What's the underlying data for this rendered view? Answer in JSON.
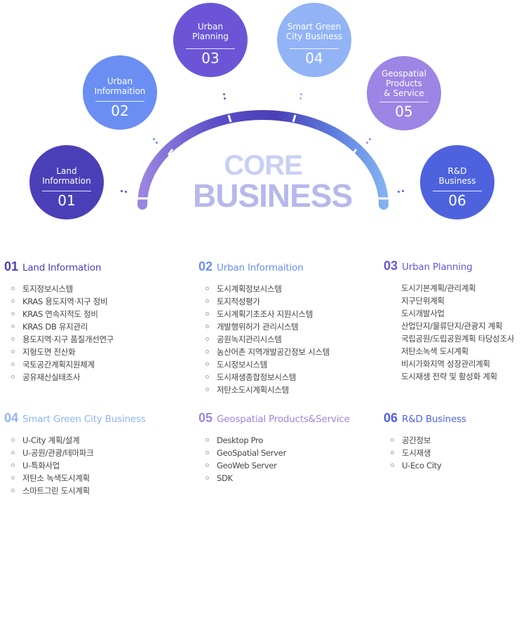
{
  "center": {
    "line1": "CORE",
    "line2": "BUSINESS"
  },
  "circles": [
    {
      "title": "Land\nInformation",
      "num": "01",
      "color": "#4b3fb8"
    },
    {
      "title": "Urban\nInformaition",
      "num": "02",
      "color": "#6a8ef2"
    },
    {
      "title": "Urban\nPlanning",
      "num": "03",
      "color": "#6b55d6"
    },
    {
      "title": "Smart Green\nCity Business",
      "num": "04",
      "color": "#92b3f6"
    },
    {
      "title": "Geospatial\nProducts\n& Service",
      "num": "05",
      "color": "#9c85e4"
    },
    {
      "title": "R&D\nBusiness",
      "num": "06",
      "color": "#4e62de"
    }
  ],
  "sections": [
    {
      "num": "01",
      "title": "Land Information",
      "color": "#4b3fb8",
      "items": [
        "토지정보시스템",
        "KRAS 용도지역·지구 정비",
        "KRAS 연속지적도 정비",
        "KRAS DB 유지관리",
        "용도지역·지구 품질개선연구",
        "지형도면 전산화",
        "국토공간계획지원체계",
        "공유재산실태조사"
      ]
    },
    {
      "num": "02",
      "title": "Urban Informaition",
      "color": "#6a8ef2",
      "items": [
        "도시계획정보시스템",
        "토지적성평가",
        "도시계획기초조사 지원시스템",
        "개발행위허가 관리시스템",
        "공원녹지관리시스템",
        "농산어촌 지역개발공간정보 시스템",
        "도시정보시스템",
        "도시재생종합정보시스템",
        "저탄소도시계획시스템"
      ]
    },
    {
      "num": "03",
      "title": "Urban Planning",
      "color": "#6b55d6",
      "items": [
        "도시기본계획/관리계획",
        "지구단위계획",
        "도시개발사업",
        "산업단지/물류단지/관광지 계획",
        "국립공원/도립공원계획  타당성조사",
        "저탄소녹색 도시계획",
        "비시가화지역 성장관리계획",
        "도시재생 전략 및 활성화 계획"
      ]
    },
    {
      "num": "04",
      "title": "Smart Green City Business",
      "color": "#92b3f6",
      "items": [
        "U-City 계획/설계",
        "U-공원/관광/테마파크",
        "U-특화사업",
        "저탄소 녹색도시계획",
        "스마트그린 도시계획"
      ]
    },
    {
      "num": "05",
      "title": "Geospatial Products&Service",
      "color": "#9c85e4",
      "items": [
        "Desktop Pro",
        "GeoSpatial Server",
        "GeoWeb Server",
        "SDK"
      ]
    },
    {
      "num": "06",
      "title": "R&D Business",
      "color": "#4e62de",
      "items": [
        "공간정보",
        "도시재생",
        "U-Eco City"
      ]
    }
  ]
}
